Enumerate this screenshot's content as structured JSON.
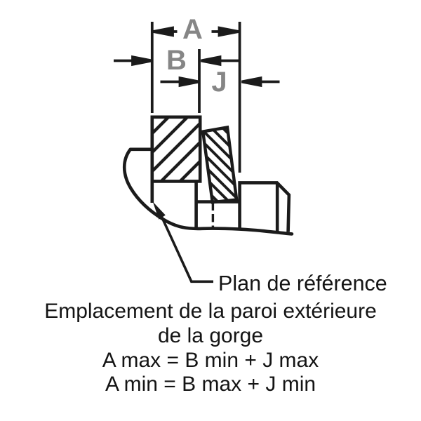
{
  "diagram": {
    "dimension_labels": {
      "a": "A",
      "b": "B",
      "j": "J"
    },
    "leader_label": "Plan de référence",
    "caption_lines": [
      "Emplacement de la paroi extérieure",
      "de la gorge",
      "A max = B min + J max",
      "A min = B max + J min"
    ],
    "icons": {
      "dimension_arrows": "filled-triangle-arrowheads",
      "centerline": "dash-dot-line",
      "hatching_left": "forward-slash-hatch",
      "hatching_right": "back-slash-hatch"
    },
    "colors": {
      "line": "#1b1b1b",
      "dimension_letter": "#868686",
      "text": "#141414",
      "background": "#ffffff"
    }
  }
}
